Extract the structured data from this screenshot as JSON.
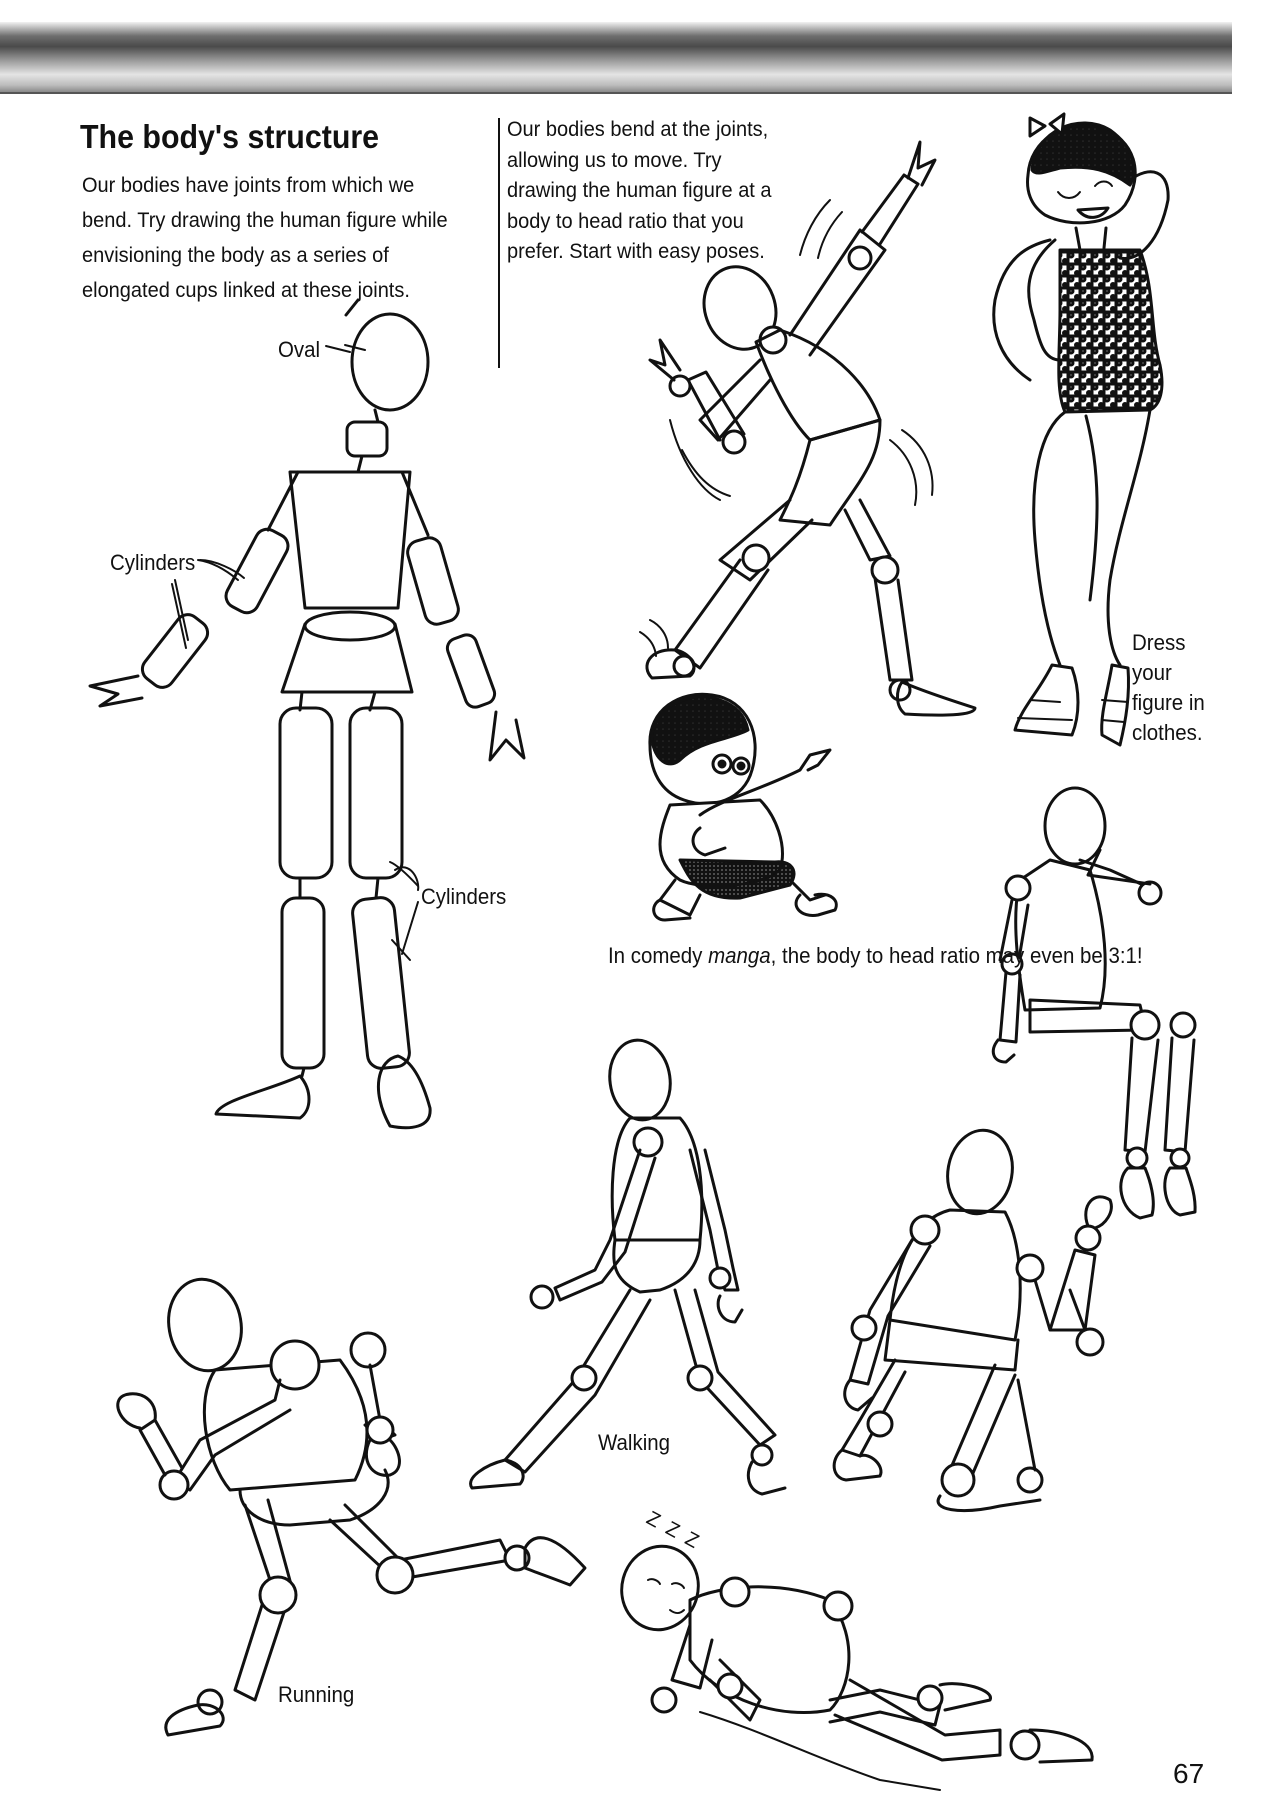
{
  "title": "The body's structure",
  "intro": "Our bodies have joints from which we bend. Try drawing the human figure while envisioning the body as a series of elongated cups linked at these joints.",
  "joints_text": "Our bodies bend at the joints, allowing us to move. Try drawing the human figure at a body to head ratio that you prefer. Start with easy poses.",
  "labels": {
    "oval": "Oval",
    "cylinders_upper": "Cylinders",
    "cylinders_lower": "Cylinders",
    "walking": "Walking",
    "running": "Running",
    "sleep": "Z Z Z"
  },
  "comedy_caption": {
    "before": "In comedy ",
    "italic": "manga",
    "after": ", the body to head ratio may even be 3:1!"
  },
  "dress_caption": "Dress your figure in clothes.",
  "page_number": "67"
}
